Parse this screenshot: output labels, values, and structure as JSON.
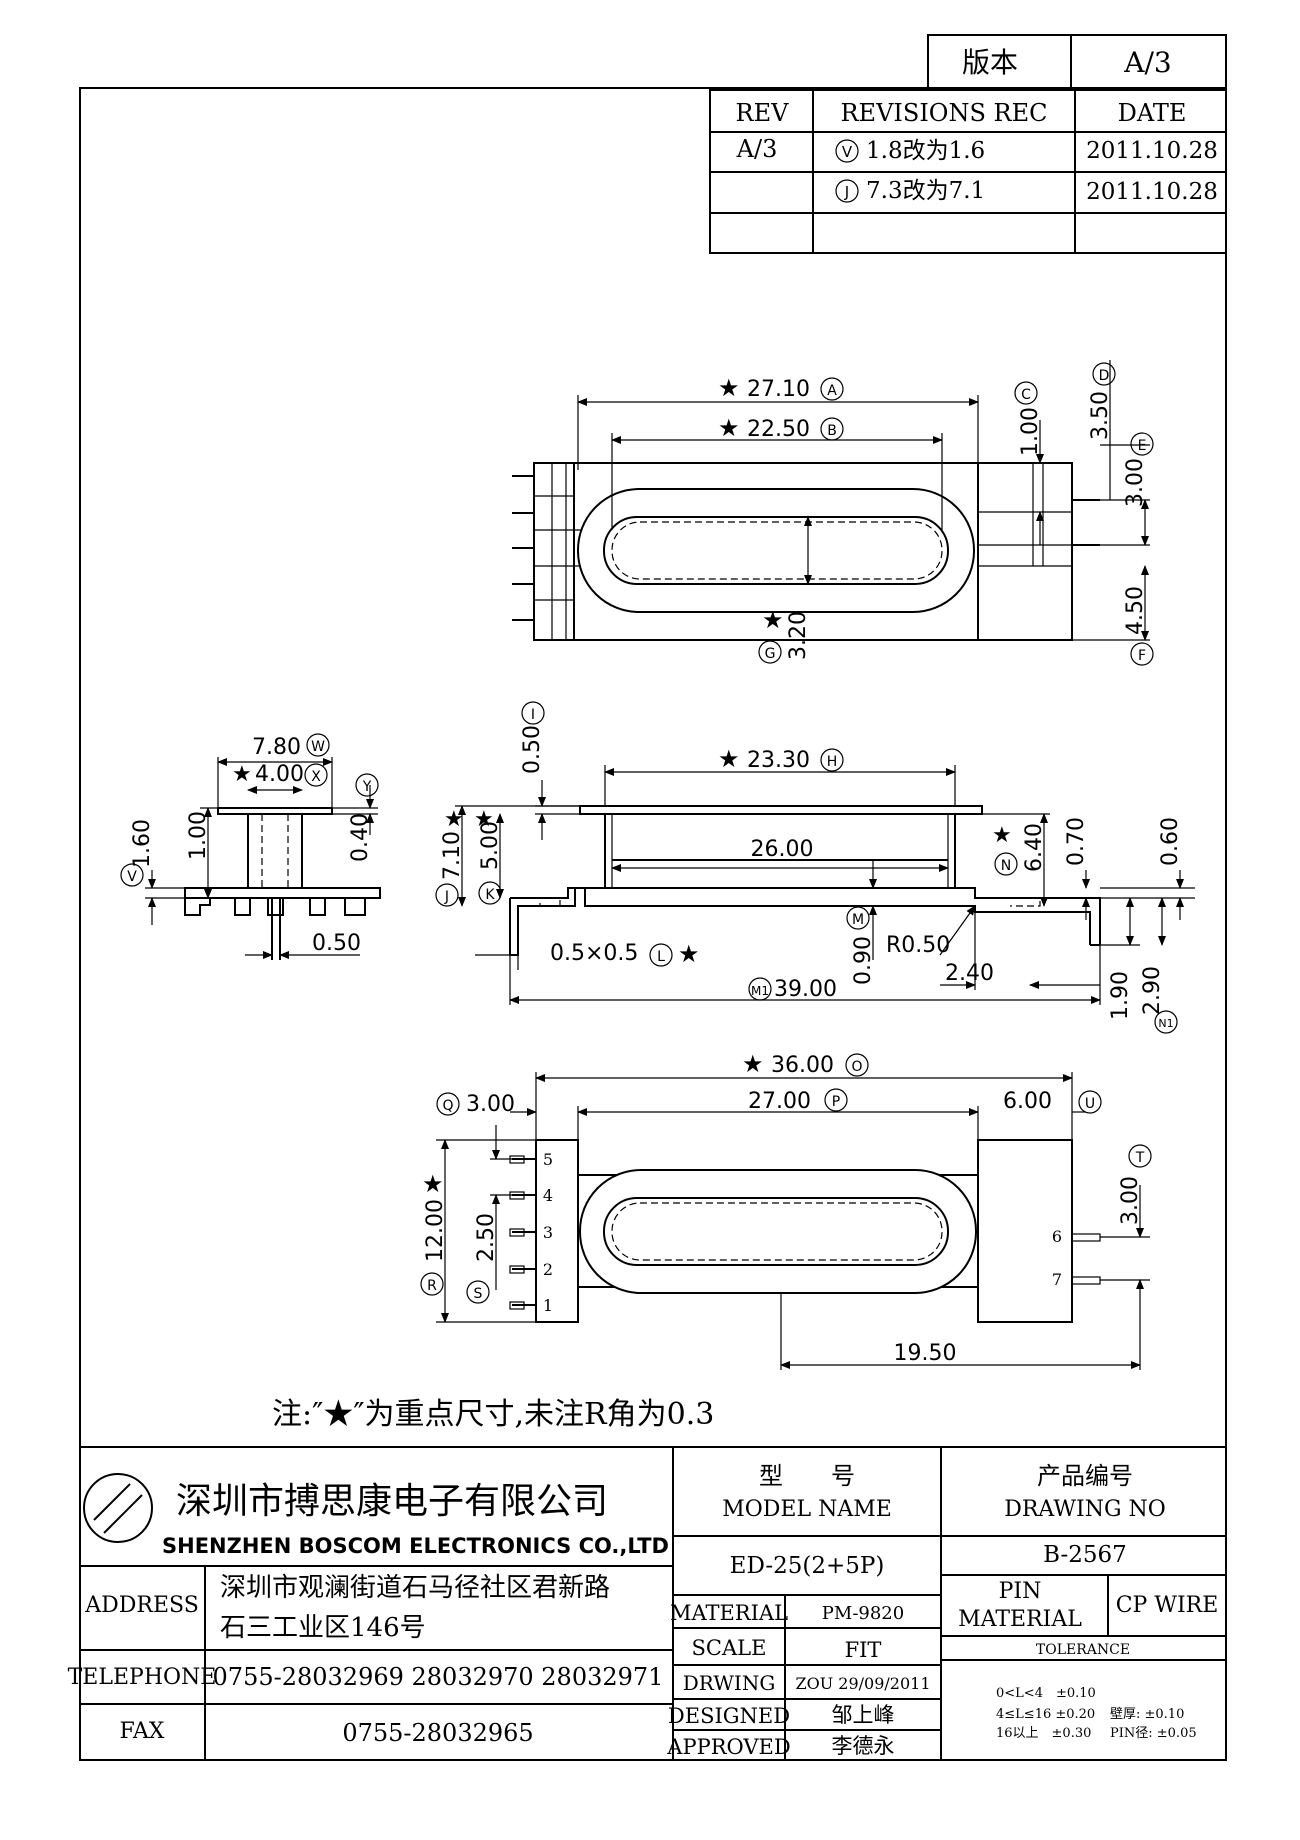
{
  "version": {
    "label": "版本",
    "value": "A/3"
  },
  "revisions": {
    "headers": {
      "rev": "REV",
      "rec": "REVISIONS REC",
      "date": "DATE"
    },
    "rows": [
      {
        "rev": "A/3",
        "mark": "V",
        "text": "1.8改为1.6",
        "date": "2011.10.28"
      },
      {
        "rev": "",
        "mark": "J",
        "text": "7.3改为7.1",
        "date": "2011.10.28"
      }
    ]
  },
  "top_view": {
    "A": {
      "value": "27.10",
      "mark": "A",
      "star": "★"
    },
    "B": {
      "value": "22.50",
      "mark": "B",
      "star": "★"
    },
    "C": {
      "value": "1.00",
      "mark": "C"
    },
    "D": {
      "value": "3.50",
      "mark": "D"
    },
    "E": {
      "value": "3.00",
      "mark": "E"
    },
    "F": {
      "value": "4.50",
      "mark": "F"
    },
    "G": {
      "value": "3.20",
      "mark": "G",
      "star": "★"
    }
  },
  "side_view": {
    "W": {
      "value": "7.80",
      "mark": "W"
    },
    "X": {
      "value": "4.00",
      "mark": "X",
      "star": "★"
    },
    "V": {
      "value": "1.60",
      "mark": "V"
    },
    "h100": {
      "value": "1.00"
    },
    "Y": {
      "value": "0.40",
      "mark": "Y"
    },
    "pin": {
      "value": "0.50"
    }
  },
  "front_view": {
    "I": {
      "value": "0.50",
      "mark": "I"
    },
    "H": {
      "value": "23.30",
      "mark": "H",
      "star": "★"
    },
    "J": {
      "value": "7.10",
      "mark": "J",
      "star": "★"
    },
    "K": {
      "value": "5.00",
      "mark": "K",
      "star": "★"
    },
    "w26": {
      "value": "26.00"
    },
    "N": {
      "value": "6.40",
      "mark": "N",
      "star": "★"
    },
    "h070": {
      "value": "0.70"
    },
    "h060": {
      "value": "0.60"
    },
    "M": {
      "value": "0.90",
      "mark": "M"
    },
    "radius": {
      "value": "R0.50"
    },
    "L": {
      "value": "0.5×0.5",
      "mark": "L",
      "star": "★"
    },
    "w240": {
      "value": "2.40"
    },
    "M1": {
      "value": "39.00",
      "mark": "M1"
    },
    "h190": {
      "value": "1.90"
    },
    "N1": {
      "value": "2.90",
      "mark": "N1"
    }
  },
  "bottom_view": {
    "O": {
      "value": "36.00",
      "mark": "O",
      "star": "★"
    },
    "Q": {
      "value": "3.00",
      "mark": "Q"
    },
    "P": {
      "value": "27.00",
      "mark": "P"
    },
    "U": {
      "value": "6.00",
      "mark": "U"
    },
    "R": {
      "value": "12.00",
      "mark": "R",
      "star": "★"
    },
    "S": {
      "value": "2.50",
      "mark": "S"
    },
    "T": {
      "value": "3.00",
      "mark": "T"
    },
    "w1950": {
      "value": "19.50"
    },
    "pins_left": [
      "5",
      "4",
      "3",
      "2",
      "1"
    ],
    "pins_right": [
      "6",
      "7"
    ]
  },
  "note": "注:″★″为重点尺寸,未注R角为0.3",
  "company": {
    "name_cn": "深圳市搏思康电子有限公司",
    "name_en": "SHENZHEN BOSCOM ELECTRONICS CO.,LTD"
  },
  "info": {
    "address_label": "ADDRESS",
    "address_line1": "深圳市观澜街道石马径社区君新路",
    "address_line2": "石三工业区146号",
    "telephone_label": "TELEPHONE",
    "telephone": "0755-28032969 28032970 28032971",
    "fax_label": "FAX",
    "fax": "0755-28032965"
  },
  "model": {
    "label_cn": "型　　号",
    "label_en": "MODEL NAME",
    "value": "ED-25(2+5P)"
  },
  "drawing_no": {
    "label_cn": "产品编号",
    "label_en": "DRAWING NO",
    "value": "B-2567"
  },
  "material": {
    "label": "MATERIAL",
    "value": "PM-9820"
  },
  "scale": {
    "label": "SCALE",
    "value": "FIT"
  },
  "drwing": {
    "label": "DRWING",
    "value": "ZOU 29/09/2011"
  },
  "designed": {
    "label": "DESIGNED",
    "value": "邹上峰"
  },
  "approved": {
    "label": "APPROVED",
    "value": "李德永"
  },
  "pin_material": {
    "label1": "PIN",
    "label2": "MATERIAL",
    "value": "CP WIRE"
  },
  "tolerance": {
    "label": "TOLERANCE",
    "r1": "0<L<4　±0.10",
    "r2a": "4≤L≤16 ±0.20",
    "r2b": "壁厚: ±0.10",
    "r3a": "16以上　±0.30",
    "r3b": "PIN径: ±0.05"
  }
}
